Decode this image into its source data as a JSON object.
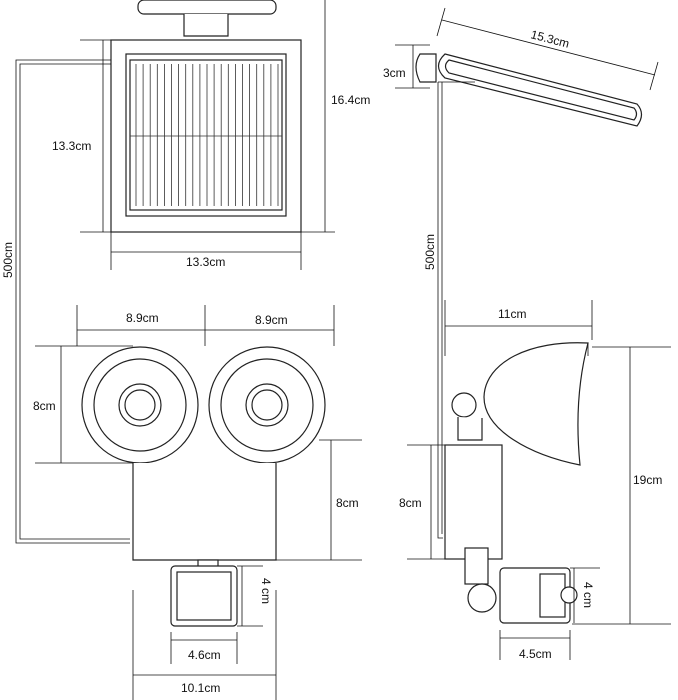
{
  "front_view": {
    "panel_width": "13.3cm",
    "panel_height": "13.3cm",
    "panel_total_height": "16.4cm",
    "cable_length": "500cm",
    "lamp_width_left": "8.9cm",
    "lamp_width_right": "8.9cm",
    "lamp_height": "8cm",
    "body_height": "8cm",
    "sensor_height": "4 cm",
    "sensor_width": "4.6cm",
    "body_width": "10.1cm"
  },
  "side_view": {
    "panel_length": "15.3cm",
    "panel_thickness": "3cm",
    "cable_length": "500cm",
    "lamp_depth": "11cm",
    "body_height": "8cm",
    "total_height": "19cm",
    "sensor_height": "4 cm",
    "sensor_width": "4.5cm"
  }
}
